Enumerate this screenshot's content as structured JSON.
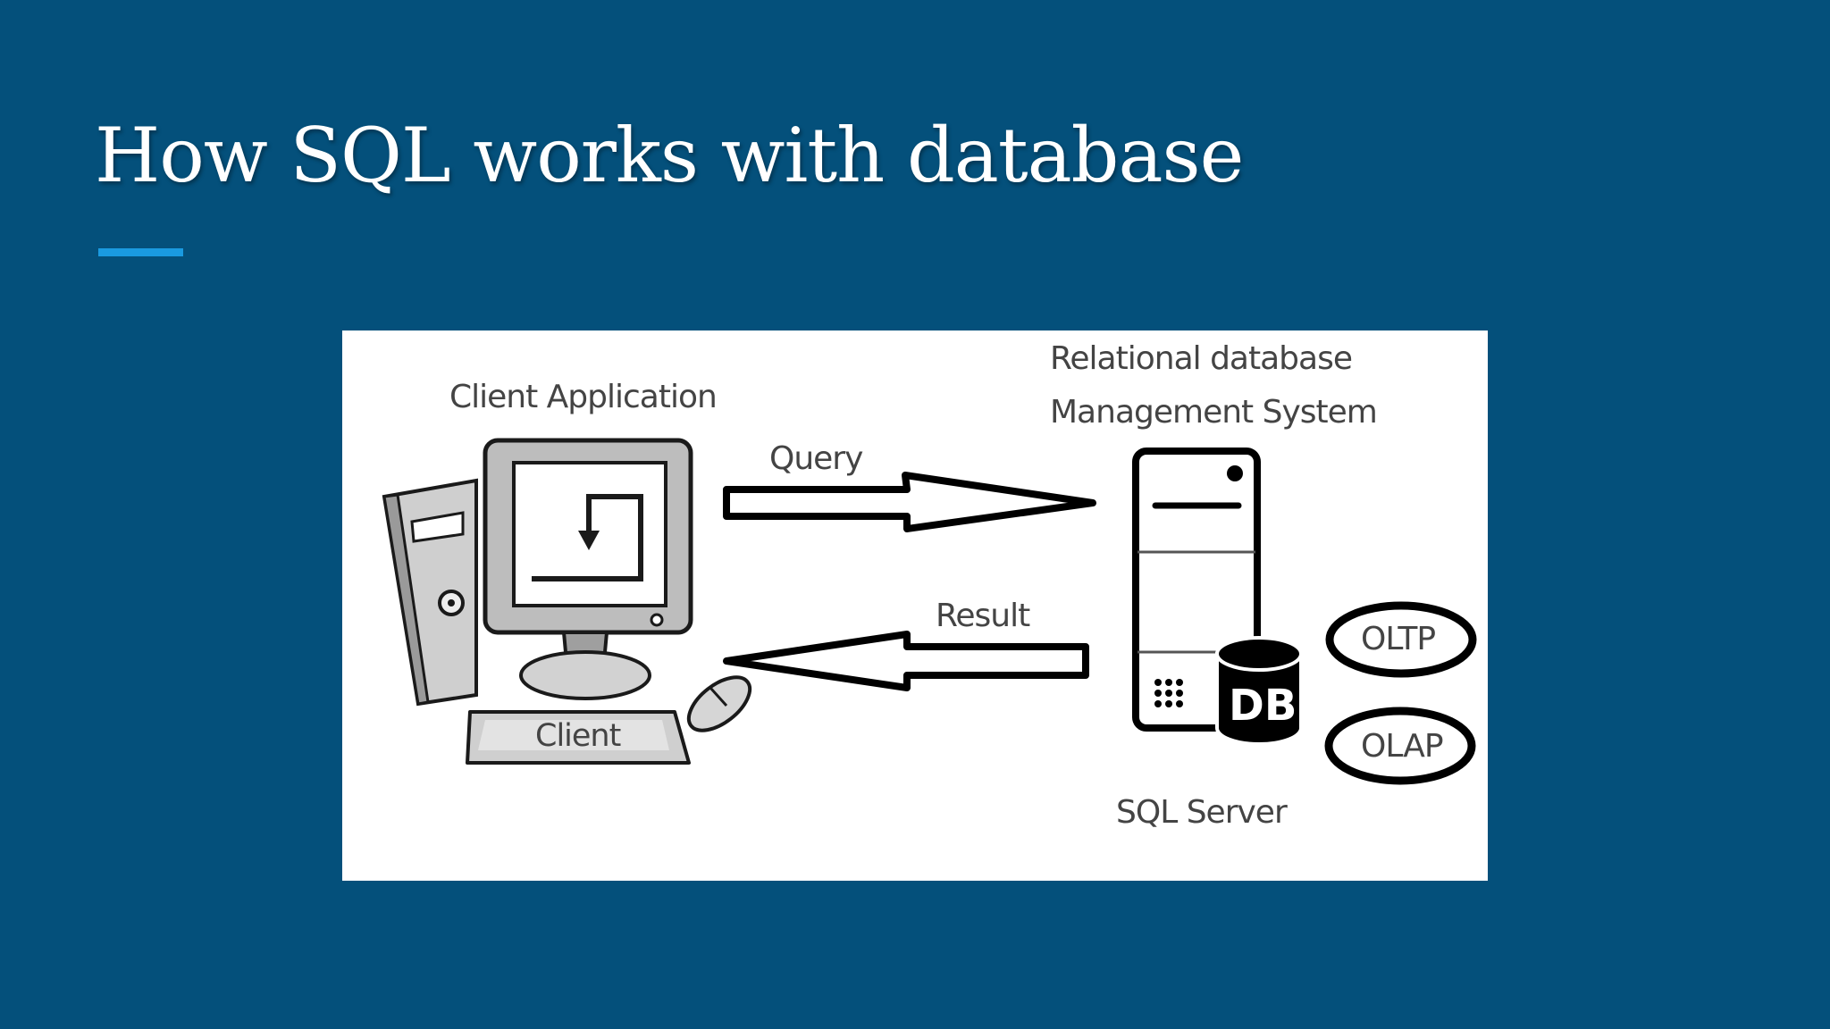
{
  "slide": {
    "title": "How SQL works with database",
    "accent_color": "#1a9ae0",
    "background_color": "#04507b"
  },
  "diagram": {
    "client_application_label": "Client Application",
    "client_label": "Client",
    "query_label": "Query",
    "result_label": "Result",
    "rdbms_line1": "Relational database",
    "rdbms_line2": "Management System",
    "db_label": "DB",
    "oltp_label": "OLTP",
    "olap_label": "OLAP",
    "sql_server_label": "SQL Server",
    "icons": [
      "desktop-computer-icon",
      "tower-icon",
      "keyboard-icon",
      "mouse-icon",
      "server-icon",
      "database-cylinder-icon",
      "arrow-right-icon",
      "arrow-left-icon"
    ]
  }
}
